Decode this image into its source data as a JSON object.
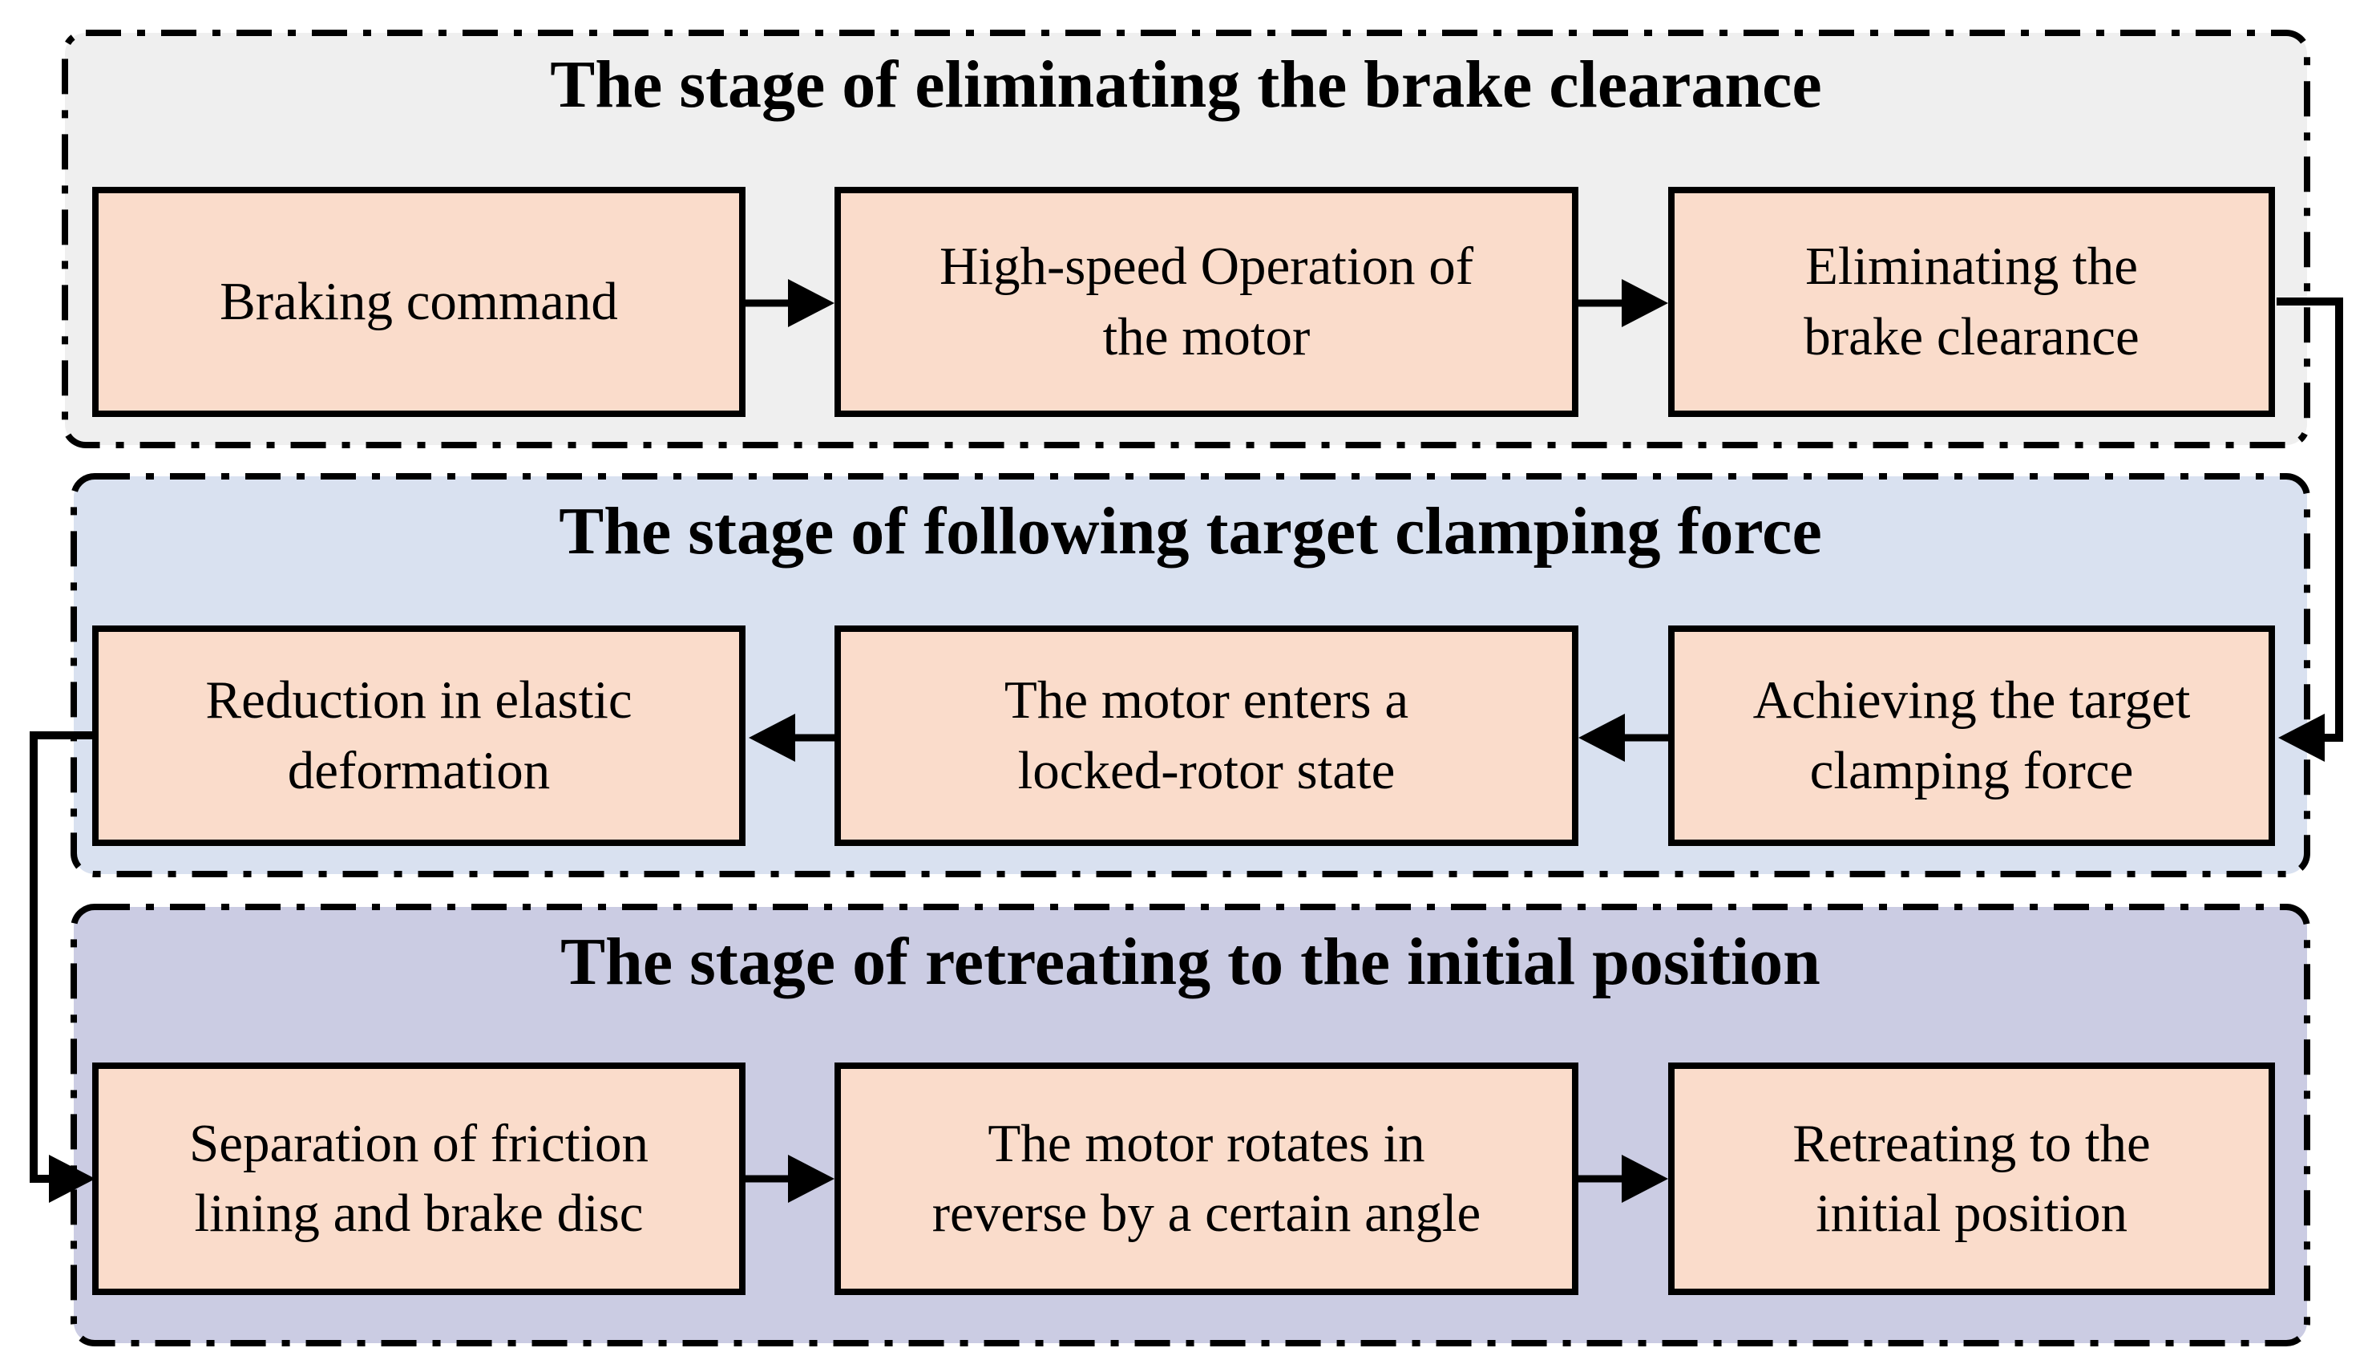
{
  "figure": {
    "type": "flowchart",
    "background": "#FFFFFF",
    "colors": {
      "box_fill": "#FADCCB",
      "box_border": "#000000",
      "stage1_bg": "#EFEFEF",
      "stage2_bg": "#D9E1F0",
      "stage3_bg": "#CBCCE3",
      "line_color": "#000000",
      "text_color": "#000000"
    },
    "stages": [
      {
        "title": "The stage of eliminating the brake clearance",
        "flow_direction": "left-to-right",
        "boxes": [
          {
            "lines": [
              "Braking command"
            ]
          },
          {
            "lines": [
              "High-speed Operation of",
              "the motor"
            ]
          },
          {
            "lines": [
              "Eliminating the",
              "brake clearance"
            ]
          }
        ]
      },
      {
        "title": "The stage of following target clamping force",
        "flow_direction": "right-to-left",
        "boxes": [
          {
            "lines": [
              "Reduction in elastic",
              "deformation"
            ]
          },
          {
            "lines": [
              "The motor enters a",
              "locked-rotor state"
            ]
          },
          {
            "lines": [
              "Achieving the target",
              "clamping force"
            ]
          }
        ]
      },
      {
        "title": "The stage of retreating to the initial position",
        "flow_direction": "left-to-right",
        "boxes": [
          {
            "lines": [
              "Separation of friction",
              "lining and brake disc"
            ]
          },
          {
            "lines": [
              "The motor rotates in",
              "reverse by a certain angle"
            ]
          },
          {
            "lines": [
              "Retreating to the",
              "initial position"
            ]
          }
        ]
      }
    ],
    "connectors": [
      {
        "from": "Eliminating the brake clearance",
        "to": "Achieving the target clamping force"
      },
      {
        "from": "Reduction in elastic deformation",
        "to": "Separation of friction lining and brake disc"
      }
    ]
  }
}
